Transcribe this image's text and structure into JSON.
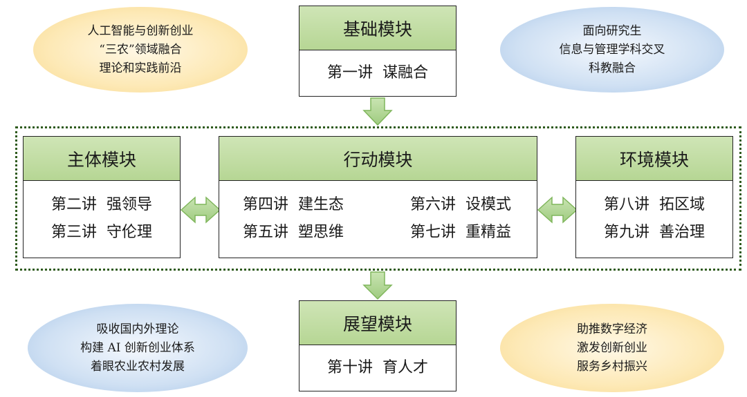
{
  "top_module": {
    "title": "基础模块",
    "lectures": [
      {
        "num": "第一讲",
        "topic": "谋融合"
      }
    ]
  },
  "left_module": {
    "title": "主体模块",
    "lectures": [
      {
        "num": "第二讲",
        "topic": "强领导"
      },
      {
        "num": "第三讲",
        "topic": "守伦理"
      }
    ]
  },
  "center_module": {
    "title": "行动模块",
    "lectures_left": [
      {
        "num": "第四讲",
        "topic": "建生态"
      },
      {
        "num": "第五讲",
        "topic": "塑思维"
      }
    ],
    "lectures_right": [
      {
        "num": "第六讲",
        "topic": "设模式"
      },
      {
        "num": "第七讲",
        "topic": "重精益"
      }
    ]
  },
  "right_module": {
    "title": "环境模块",
    "lectures": [
      {
        "num": "第八讲",
        "topic": "拓区域"
      },
      {
        "num": "第九讲",
        "topic": "善治理"
      }
    ]
  },
  "bottom_module": {
    "title": "展望模块",
    "lectures": [
      {
        "num": "第十讲",
        "topic": "育人才"
      }
    ]
  },
  "ellipses": {
    "top_left": {
      "lines": [
        "人工智能与创新创业",
        "“三农”领域融合",
        "理论和实践前沿"
      ]
    },
    "top_right": {
      "lines": [
        "面向研究生",
        "信息与管理学科交叉",
        "科教融合"
      ]
    },
    "bottom_left": {
      "lines": [
        "吸收国内外理论",
        "构建 AI 创新创业体系",
        "着眼农业农村发展"
      ]
    },
    "bottom_right": {
      "lines": [
        "助推数字经济",
        "激发创新创业",
        "服务乡村振兴"
      ]
    }
  },
  "colors": {
    "module_header": "#b6d694",
    "arrow_fill": "#a9d18e",
    "arrow_stroke": "#7fb65b",
    "frame": "#2e5a1c",
    "ellipse_gold": "#fde9b6",
    "ellipse_blue": "#cfe0f3"
  }
}
